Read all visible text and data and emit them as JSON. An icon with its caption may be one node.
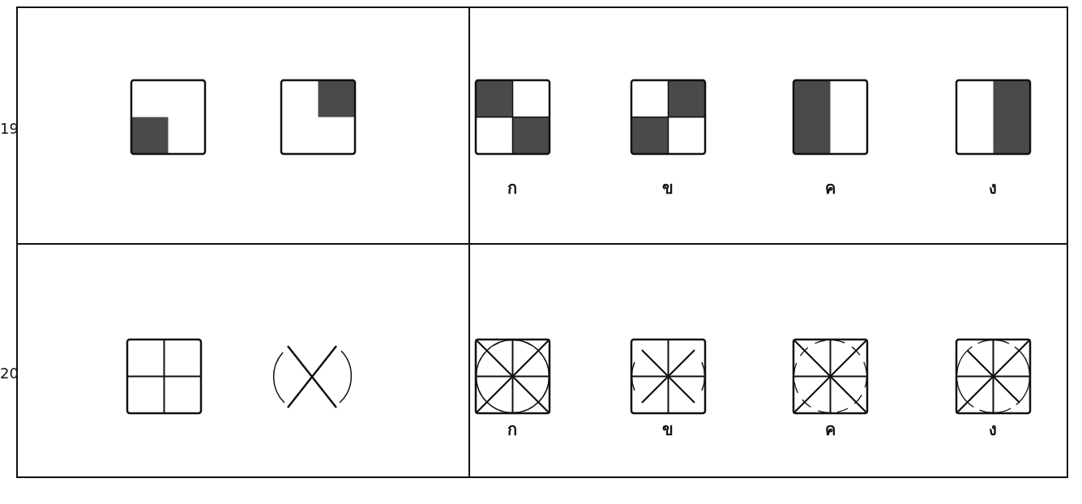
{
  "diagram": {
    "labels": [
      "19",
      "ก",
      "ข",
      "ค",
      "ง",
      "20",
      "ก",
      "ข",
      "ค",
      "ง"
    ]
  }
}
